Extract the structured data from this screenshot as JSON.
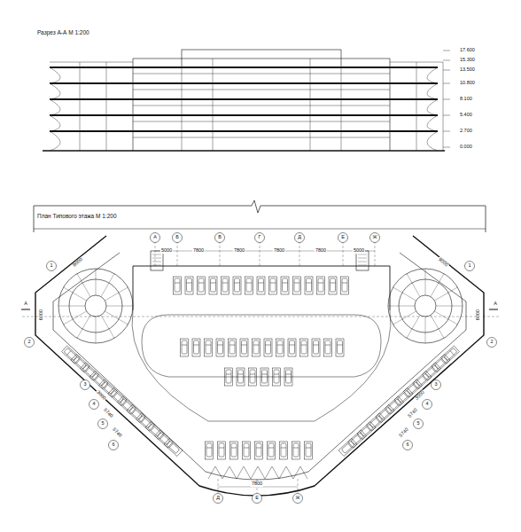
{
  "diagram": {
    "title": "Разрез А-А М 1:200",
    "labels": [
      "17.600",
      "15.300",
      "13.500",
      "10.800",
      "8.100",
      "5.400",
      "2.700",
      "0.000",
      "План Типового этажа М 1:200",
      "А",
      "Б",
      "В",
      "Г",
      "Д",
      "Е",
      "Ж",
      "5000",
      "7800",
      "7800",
      "7800",
      "7800",
      "5000",
      "1",
      "2",
      "3",
      "4",
      "5",
      "6",
      "1",
      "2",
      "3",
      "4",
      "5",
      "6",
      "А",
      "А",
      "9000",
      "6000",
      "3000",
      "5740",
      "5740",
      "9000",
      "6000",
      "3000",
      "5740",
      "5740",
      "7800",
      "Д",
      "Е",
      "Ж"
    ]
  }
}
